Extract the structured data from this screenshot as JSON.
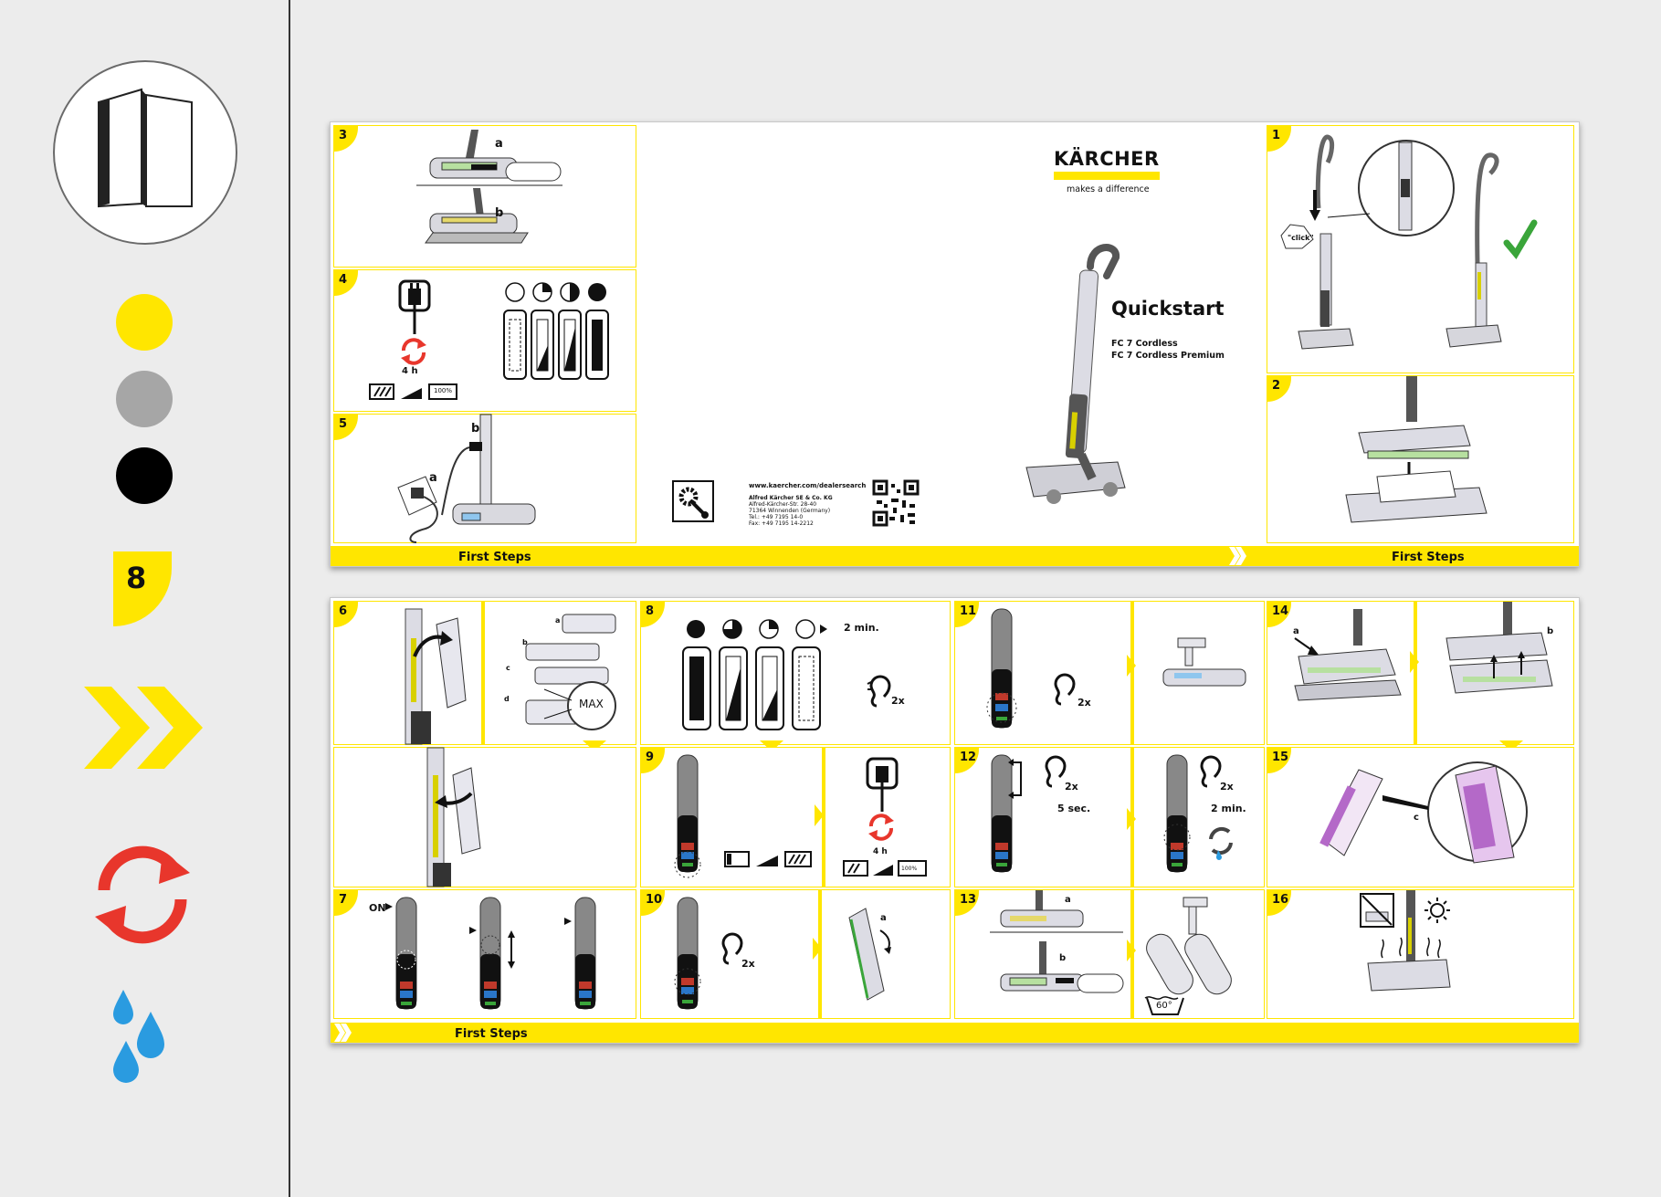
{
  "legend": {
    "fold_icon": "folded-leaflet-icon",
    "colors": {
      "yellow": "#ffe600",
      "grey": "#a6a6a6",
      "black": "#000000",
      "red": "#e8362c",
      "blue": "#2a9be0"
    },
    "page_count": "8",
    "icons": [
      "double-chevron-icon",
      "refresh-arrows-icon",
      "water-drops-icon"
    ]
  },
  "sheet1": {
    "bar_left": "First Steps",
    "bar_right": "First Steps",
    "brand": "KÄRCHER",
    "slogan": "makes a difference",
    "title": "Quickstart",
    "models": [
      "FC 7 Cordless",
      "FC 7 Cordless Premium"
    ],
    "dealer_url": "www.kaercher.com/dealersearch",
    "address": [
      "Alfred Kärcher SE & Co. KG",
      "Alfred-Kärcher-Str. 28-40",
      "71364 Winnenden (Germany)",
      "Tel.: +49 7195 14-0",
      "Fax: +49 7195 14-2212"
    ],
    "steps": {
      "s1": {
        "num": "1",
        "click": "\"click\""
      },
      "s2": {
        "num": "2"
      },
      "s3": {
        "num": "3",
        "a": "a",
        "b": "b"
      },
      "s4": {
        "num": "4",
        "time": "4 h",
        "full": "100%"
      },
      "s5": {
        "num": "5",
        "a": "a",
        "b": "b"
      }
    }
  },
  "sheet2": {
    "bar_label": "First Steps",
    "steps": {
      "s6": {
        "num": "6",
        "a": "a",
        "b": "b",
        "c": "c",
        "d": "d",
        "max": "MAX"
      },
      "s7": {
        "num": "7",
        "on": "ON"
      },
      "s8": {
        "num": "8",
        "time": "2 min.",
        "times": "2x"
      },
      "s9": {
        "num": "9",
        "time": "4 h",
        "full": "100%"
      },
      "s10": {
        "num": "10",
        "times": "2x",
        "a": "a"
      },
      "s11": {
        "num": "11",
        "times": "2x"
      },
      "s12": {
        "num": "12",
        "times": "2x",
        "sec": "5 sec.",
        "times2": "2x",
        "min": "2 min."
      },
      "s13": {
        "num": "13",
        "a": "a",
        "b": "b",
        "temp": "60°"
      },
      "s14": {
        "num": "14",
        "a": "a",
        "b": "b"
      },
      "s15": {
        "num": "15",
        "c": "c"
      },
      "s16": {
        "num": "16"
      }
    }
  }
}
